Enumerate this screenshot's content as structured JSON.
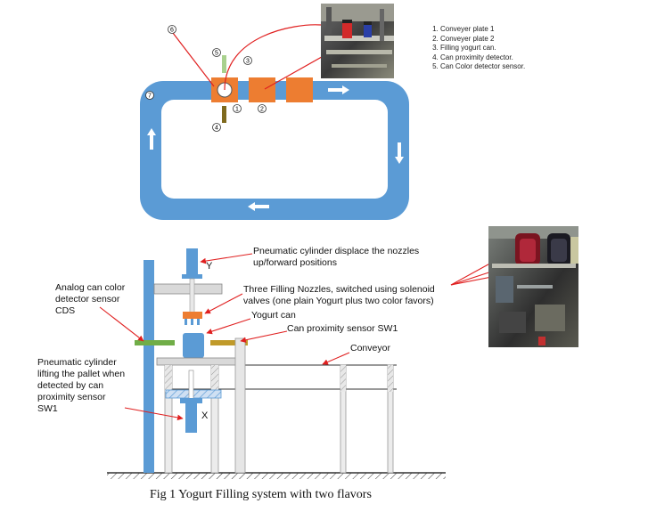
{
  "top_view": {
    "legend": [
      "Conveyer plate 1",
      "Conveyer plate 2",
      "Filling yogurt can.",
      "Can proximity detector.",
      "Can Color detector sensor."
    ],
    "markers": [
      "1",
      "2",
      "3",
      "4",
      "5",
      "6",
      "7"
    ]
  },
  "side_view": {
    "labels": {
      "pneumatic_top": "Pneumatic cylinder displace the nozzles up/forward positions",
      "nozzles": "Three Filling Nozzles, switched using solenoid valves (one plain Yogurt plus two color favors)",
      "yogurt_can": "Yogurt can",
      "proximity": "Can proximity sensor SW1",
      "conveyor": "Conveyor",
      "color_sensor": "Analog can color detector sensor CDS",
      "pneumatic_bottom": "Pneumatic cylinder lifting the pallet when detected by can proximity sensor SW1",
      "y_axis": "Y",
      "x_axis": "X"
    }
  },
  "caption": "Fig 1 Yogurt Filling system with two flavors",
  "colors": {
    "conveyor_blue": "#5b9bd5",
    "plate_orange": "#ed7d31",
    "arrow_red": "#e02020",
    "sensor_green": "#70ad47",
    "sensor_olive": "#a08a2a",
    "frame_gray": "#d4d4d4"
  }
}
